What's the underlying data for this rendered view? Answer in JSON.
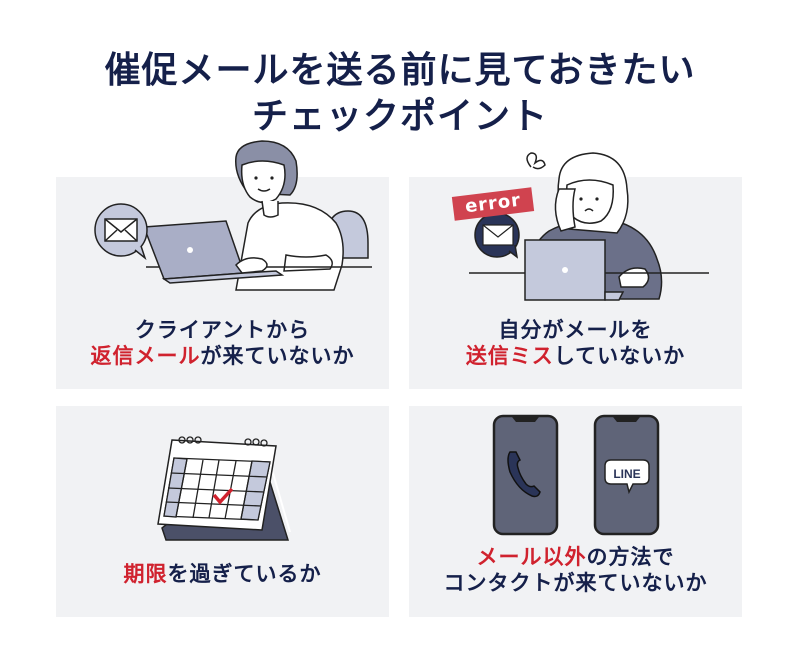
{
  "title": {
    "line1": "催促メールを送る前に見ておきたい",
    "line2": "チェックポイント"
  },
  "colors": {
    "navy": "#15204a",
    "accent_red": "#d0222e",
    "panel_bg": "#f1f2f4",
    "illustration_lavender": "#c4c9dc",
    "illustration_slate": "#5f6478"
  },
  "cards": [
    {
      "illustration": "woman-typing-laptop-with-mail-bubble",
      "icon": "envelope-icon",
      "line1": [
        {
          "text": "クライアントから",
          "highlight": false
        }
      ],
      "line2": [
        {
          "text": "返信メール",
          "highlight": true
        },
        {
          "text": "が来ていないか",
          "highlight": false
        }
      ]
    },
    {
      "illustration": "worried-woman-laptop-with-error-mail",
      "icon": "envelope-icon",
      "badge": "error",
      "line1": [
        {
          "text": "自分がメールを",
          "highlight": false
        }
      ],
      "line2": [
        {
          "text": "送信ミス",
          "highlight": true
        },
        {
          "text": "していないか",
          "highlight": false
        }
      ]
    },
    {
      "illustration": "desk-calendar-with-checkmark",
      "icon": "calendar-icon",
      "line1": [
        {
          "text": "期限",
          "highlight": true
        },
        {
          "text": "を過ぎているか",
          "highlight": false
        }
      ]
    },
    {
      "illustration": "two-smartphones-phone-and-line",
      "icon": "phone-icon",
      "line_badge": "LINE",
      "line1": [
        {
          "text": "メール以外",
          "highlight": true
        },
        {
          "text": "の方法で",
          "highlight": false
        }
      ],
      "line2": [
        {
          "text": "コンタクトが来ていないか",
          "highlight": false
        }
      ]
    }
  ]
}
